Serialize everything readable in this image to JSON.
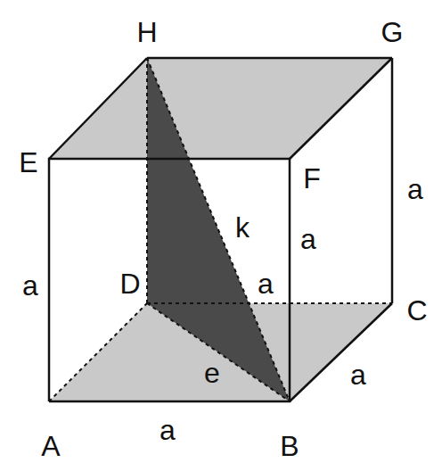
{
  "diagram": {
    "labels": [
      "H",
      "G",
      "E",
      "F",
      "a",
      "k",
      "a",
      "a",
      "D",
      "a",
      "C",
      "e",
      "a",
      "A",
      "a",
      "B"
    ]
  }
}
